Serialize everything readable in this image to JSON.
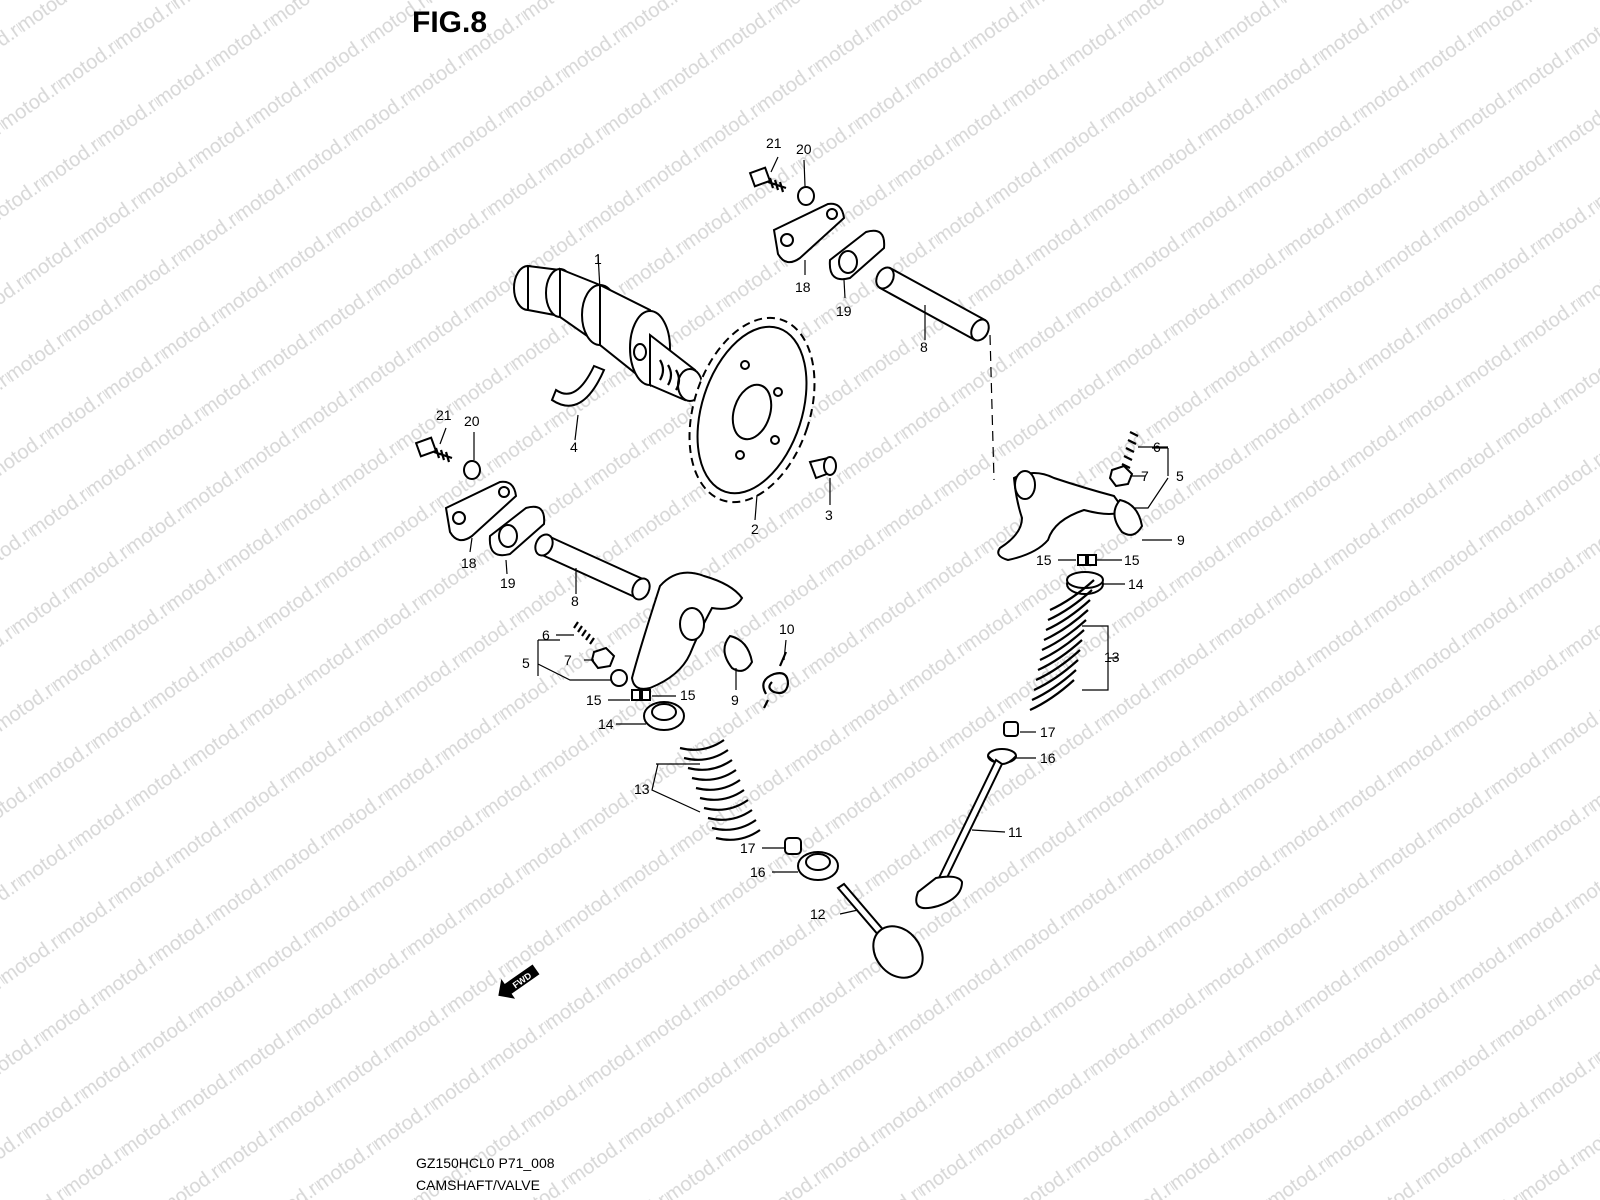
{
  "figure": {
    "title": "FIG.8",
    "code": "GZ150HCL0 P71_008",
    "caption": "CAMSHAFT/VALVE",
    "fwd_label": "FWD"
  },
  "watermark": {
    "text": "motod.ru"
  },
  "callouts": {
    "c1": "1",
    "c2": "2",
    "c3": "3",
    "c4": "4",
    "c5a": "5",
    "c5b": "5",
    "c6a": "6",
    "c6b": "6",
    "c7a": "7",
    "c7b": "7",
    "c8a": "8",
    "c8b": "8",
    "c9a": "9",
    "c9b": "9",
    "c10": "10",
    "c11": "11",
    "c12": "12",
    "c13a": "13",
    "c13b": "13",
    "c14a": "14",
    "c14b": "14",
    "c15a": "15",
    "c15b": "15",
    "c15c": "15",
    "c15d": "15",
    "c16a": "16",
    "c16b": "16",
    "c17a": "17",
    "c17b": "17",
    "c18a": "18",
    "c18b": "18",
    "c19a": "19",
    "c19b": "19",
    "c20a": "20",
    "c20b": "20",
    "c21a": "21",
    "c21b": "21"
  }
}
